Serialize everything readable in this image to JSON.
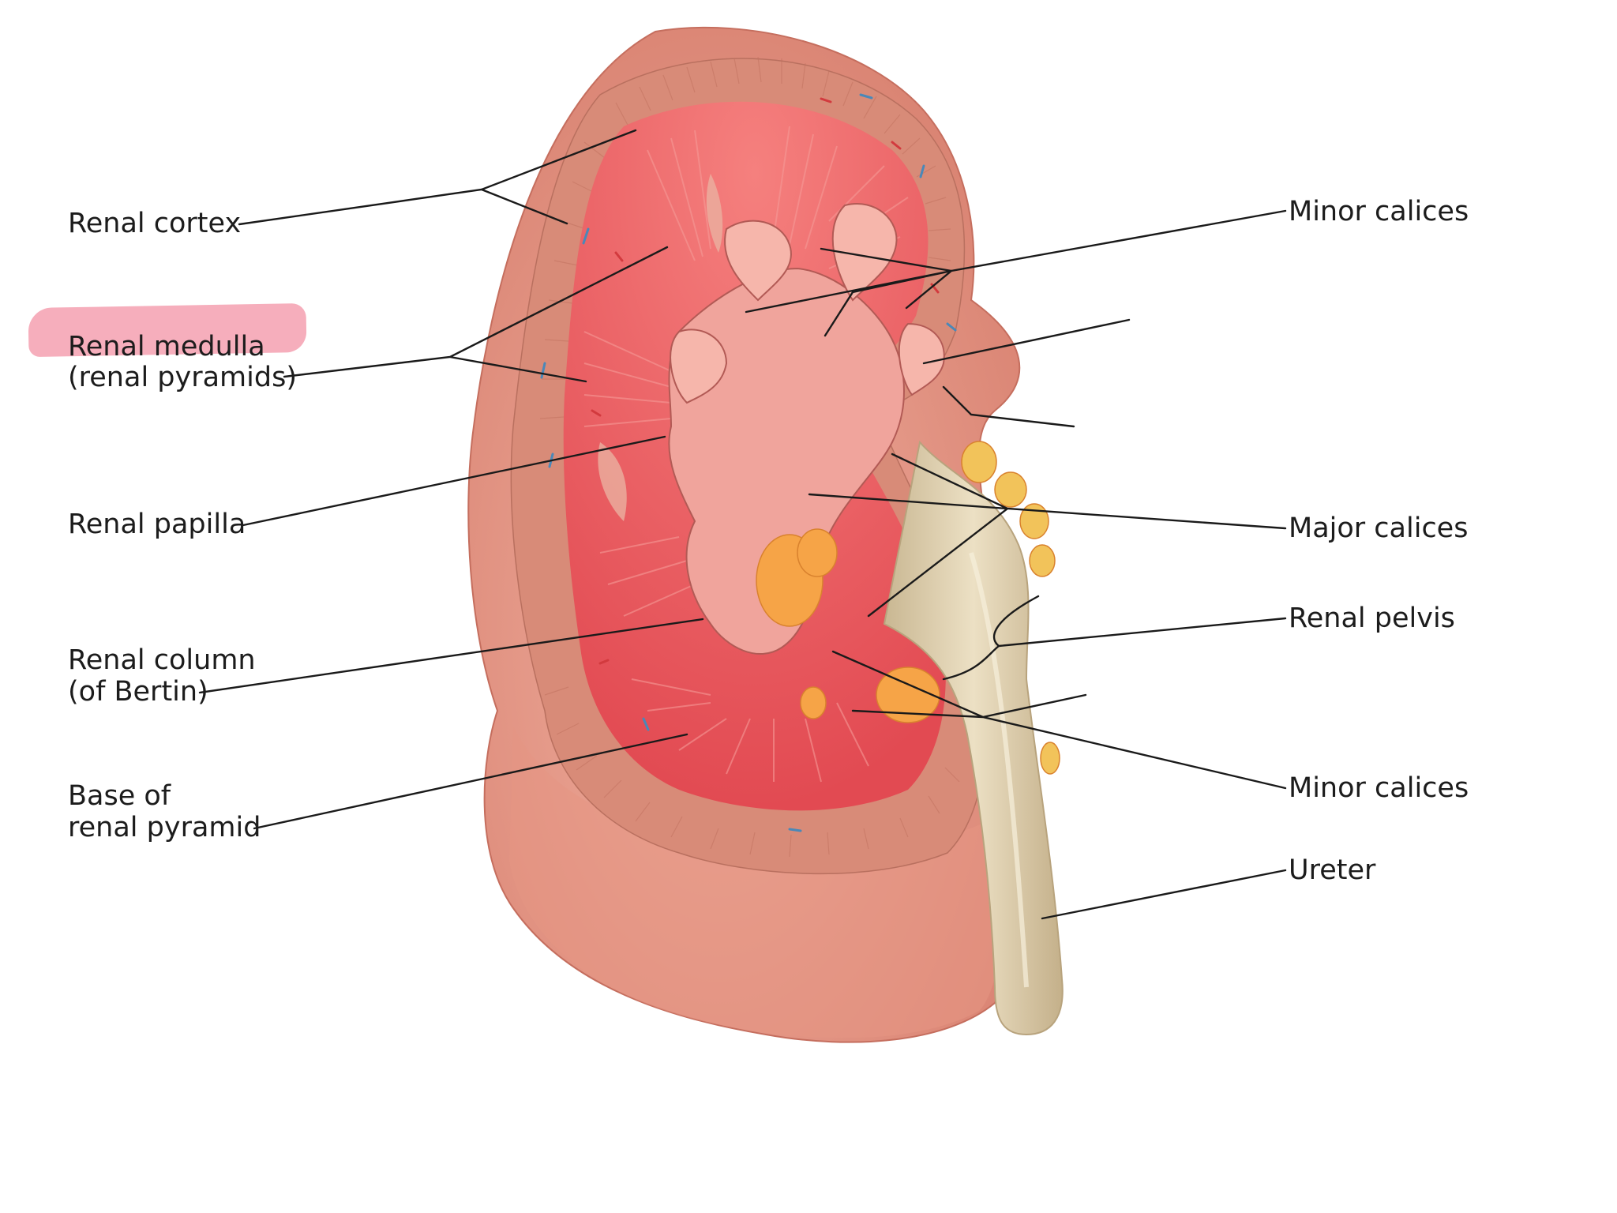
{
  "colors": {
    "background": "#ffffff",
    "highlight": "#f4a0b0",
    "leader_line": "#1a1a1a",
    "label_text": "#1c1c1c",
    "kidney_capsule": "#e79484",
    "cortex": "#d98a78",
    "medulla_pyramids": "#ec5a5e",
    "sinus_fat": "#f6a447",
    "ureter": "#dccba8"
  },
  "labels": {
    "renal_cortex": "Renal cortex",
    "renal_medulla": "Renal medulla",
    "renal_pyramids": "(renal pyramids)",
    "renal_papilla": "Renal papilla",
    "renal_column": "Renal column",
    "of_bertin": "(of Bertin)",
    "base_of": "Base of",
    "renal_pyramid": "renal pyramid",
    "minor_calices_top": "Minor calices",
    "major_calices": "Major calices",
    "renal_pelvis": "Renal pelvis",
    "minor_calices_bottom": "Minor calices",
    "ureter": "Ureter"
  },
  "highlighted_label": "renal_medulla",
  "icons": {
    "kidney": "kidney-cross-section-illustration",
    "highlight": "pink-highlighter-stroke"
  }
}
